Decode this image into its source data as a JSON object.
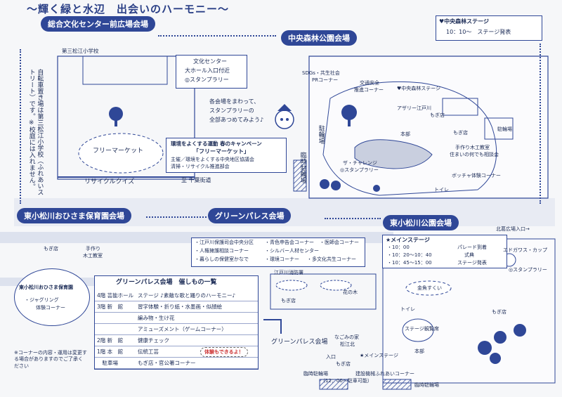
{
  "title": "〜輝く緑と水辺　出会いのハーモニー〜",
  "venues": {
    "sogo": "総合文化センター前広場会場",
    "chuo": "中央森林公園会場",
    "hoikuen": "東小松川おひさま保育園会場",
    "green": "グリーンパレス会場",
    "park": "東小松川公園会場"
  },
  "left_area": {
    "school": "第三松江小学校",
    "bike_note": "自転車置き場は第三松江小学校（ふれあいストリート）です。※校庭には入れません。",
    "flea": "フリーマーケット",
    "recycle": "リサイクルクイズ"
  },
  "culture_box": {
    "line1": "文化センター",
    "line2": "大ホール入口付近",
    "line3": "◎スタンプラリー"
  },
  "stamp_msg": {
    "line1": "各会場をまわって、",
    "line2": "スタンプラリーの",
    "line3": "全部あつめてみよう♪"
  },
  "campaign": {
    "line1": "環境をよくする運動 春のキャンペーン",
    "line2": "「フリーマーケット」",
    "line3": "主催／環境をよくする中央地区協議会",
    "line4": "清掃・リサイクル推進部会"
  },
  "chiba": "至 千葉街道",
  "chuo_park": {
    "stage_title": "♥中央森林ステージ",
    "stage_time": "10：10〜　ステージ発表",
    "sdgs1": "SDGs・共生社会",
    "sdgs2": "PRコーナー",
    "safety1": "交通安全",
    "safety2": "推進コーナー",
    "stage_label": "♥中央森林ステージ",
    "azalea": "アザリー江戸川",
    "mogi1": "もぎ店",
    "honbu": "本部",
    "mogi2": "もぎ店",
    "parking": "駐輪場",
    "parking2": "臨時駐輪場",
    "challenge1": "ザ・チャレンジ",
    "challenge2": "◎スタンプラリー",
    "craft1": "手作り木工教室",
    "craft2": "住まいの何でも相談会",
    "boccia": "ボッチャ体験コーナー",
    "toilet": "トイレ",
    "bike": "駐輪場"
  },
  "green_palace": {
    "corner1": "・江戸川保護司会中央分区",
    "corner2": "・青色申告会コーナー",
    "corner3": "・医師会コーナー",
    "corner4": "・人権擁護相談コーナー",
    "corner5": "・シルバー人材センター",
    "corner6": "・暮らしの保健室かなで",
    "corner7": "・環境コーナー",
    "corner8": "・多文化共生コーナー",
    "fire": "江戸川消防署",
    "hana": "花の木",
    "mogi": "もぎ店",
    "label": "グリーンパレス会場",
    "nagomi1": "なごみの家",
    "nagomi2": "松江北",
    "entrance": "入口",
    "mogi2": "もぎ店",
    "temp_parking": "臨時駐輪場",
    "temp_parking_time": "（12：00〜駐車可能）"
  },
  "park": {
    "north": "北葛広場入口→",
    "main_stage": "★メインステージ",
    "t1": "・10：00",
    "t1b": "パレード到着",
    "t2": "・10：20〜10：40",
    "t2b": "式典",
    "t3": "・10：45〜15：00",
    "t3b": "ステージ発表",
    "edo": "エドガワス・カップ",
    "stamp": "◎スタンプラリー",
    "goldfish": "金魚すくい",
    "stage_kansou": "ステージ観覧席",
    "main_stage2": "★メインステージ",
    "honbu": "本部",
    "mogi": "もぎ店",
    "toilet": "トイレ",
    "construction": "建設機械ふれあいコーナー",
    "temp_parking": "臨時駐輪場"
  },
  "hoikuen_box": {
    "title": "東小松川おひさま保育園",
    "item1": "・ジャグリング",
    "item2": "体験コーナー"
  },
  "left_misc": {
    "mogi": "もぎ店",
    "craft1": "手作り",
    "craft2": "木工教室"
  },
  "schedule": {
    "title": "グリーンパレス会場　催しもの一覧",
    "rows": [
      {
        "floor": "4階 芸能ホール",
        "text": "ステージ ♪素敵な歌と踊りのハーモニー♪"
      },
      {
        "floor": "3階 新　館",
        "text": "習字体験・折り紙・水墨画・似顔絵"
      },
      {
        "floor": "",
        "text": "編み物・生け花"
      },
      {
        "floor": "",
        "text": "アミューズメント（ゲームコーナー）"
      },
      {
        "floor": "2階 新　館",
        "text": "健康チェック"
      },
      {
        "floor": "1階 本　館",
        "text": "伝統工芸"
      },
      {
        "floor": "　駐車場",
        "text": "もぎ店・官公署コーナー"
      }
    ],
    "badge": "体験もできるよ！"
  },
  "note": "※コーナーの内容・運用は変更する場合がありますのでご了承ください"
}
